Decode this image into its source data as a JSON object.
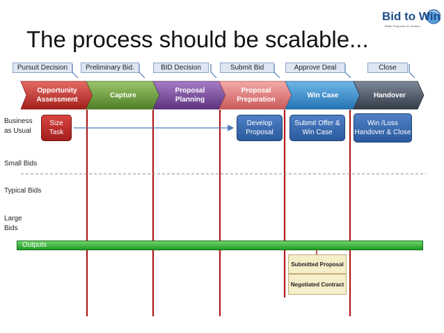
{
  "title": "The process should be scalable...",
  "logo": {
    "name": "Bid to Win",
    "tagline": "Better Proposals for Tenders"
  },
  "gates": [
    "Pursuit Decision",
    "Preliminary Bid.",
    "BID Decision",
    "Submit Bid",
    "Approve Deal",
    "Close"
  ],
  "phases": [
    {
      "label": "Opportunity Assessment",
      "color": "#c0302c"
    },
    {
      "label": "Capture",
      "color": "#6a9a3a"
    },
    {
      "label": "Proposal Planning",
      "color": "#7a4a9a"
    },
    {
      "label": "Proposal Preparation",
      "color": "#e07a7a"
    },
    {
      "label": "Win Case",
      "color": "#3a8ec7"
    },
    {
      "label": "Handover",
      "color": "#4a5565"
    }
  ],
  "rows": [
    "Business as Usual",
    "Small Bids",
    "Typical Bids",
    "Large Bids"
  ],
  "tasks": {
    "size_task": "Size Task",
    "develop_proposal": "Develop Proposal",
    "submit_offer": "Submit Offer & Win Case",
    "win_loss": "Win /Loss Handover & Close"
  },
  "outputs_label": "Outputs",
  "output_docs": [
    "Submitted Proposal",
    "Negotiated Contract"
  ],
  "colors": {
    "red_line": "#b01818",
    "green": "#2aa52e",
    "arrow": "#4a78b8",
    "dash": "#888888"
  }
}
